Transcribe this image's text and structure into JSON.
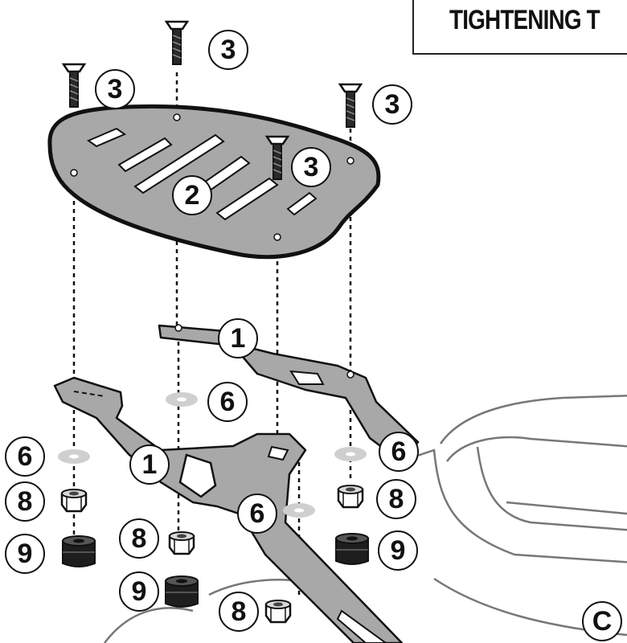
{
  "header": {
    "title": "TIGHTENING T"
  },
  "callouts": {
    "screw_a": "3",
    "screw_b": "3",
    "screw_c": "3",
    "screw_d": "3",
    "plate": "2",
    "bracket_right": "1",
    "bracket_left": "1",
    "washer_center": "6",
    "washer_left": "6",
    "washer_right": "6",
    "washer_lower": "6",
    "nut_left": "8",
    "nut_right": "8",
    "nut_center": "8",
    "nut_bottom": "8",
    "grommet_left": "9",
    "grommet_right": "9",
    "grommet_center": "9"
  },
  "corner_label": "C",
  "colors": {
    "metal": "#a8a8a8",
    "washer": "#cfcfcf",
    "rubber": "#1e1e1e",
    "line": "#111111"
  }
}
